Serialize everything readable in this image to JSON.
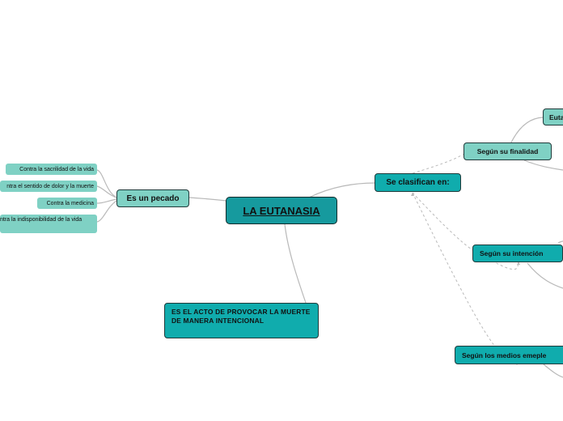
{
  "title": "LA EUTANASIA",
  "definition": "ES EL ACTO DE PROVOCAR LA MUERTE DE MANERA INTENCIONAL",
  "left_branch": {
    "label": "Es un pecado",
    "items": [
      "Contra la sacrilidad de la vida",
      "ntra el sentido de dolor y la muerte",
      "Contra la medicina",
      "ntra la indisponibilidad de la vida"
    ]
  },
  "right_branch": {
    "label": "Se clasifican en:",
    "children": [
      {
        "label": "Según su finalidad",
        "child": "Euta"
      },
      {
        "label": "Según su intención"
      },
      {
        "label": "Según los medios emeple"
      }
    ]
  },
  "colors": {
    "central": "#169a9e",
    "teal": "#10acad",
    "light": "#7fd1c4",
    "line": "#b5b5b5"
  }
}
